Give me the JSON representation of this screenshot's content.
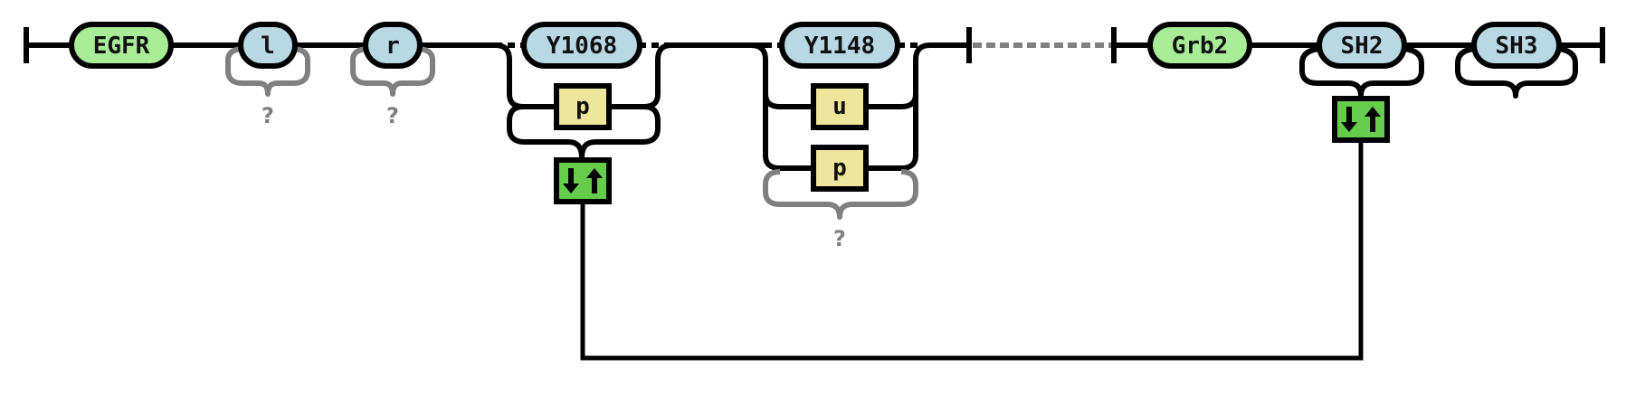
{
  "diagram": {
    "type": "contact map",
    "colors": {
      "agent": "#a8ec98",
      "site": "#b8d8e4",
      "state": "#eee69c",
      "binding": "#66cc4c",
      "unknown": "#808080",
      "line": "#000000"
    },
    "agents": [
      {
        "name": "EGFR",
        "sites": [
          {
            "name": "l",
            "bond": "?"
          },
          {
            "name": "r",
            "bond": "?"
          },
          {
            "name": "Y1068",
            "states": [
              "p"
            ],
            "bond_icon": "binding-arrows-icon"
          },
          {
            "name": "Y1148",
            "states": [
              "u",
              "p"
            ],
            "bond": "?"
          }
        ]
      },
      {
        "name": "Grb2",
        "sites": [
          {
            "name": "SH2",
            "bond_icon": "binding-arrows-icon"
          },
          {
            "name": "SH3"
          }
        ]
      }
    ],
    "bonds": [
      {
        "from": "EGFR.Y1068",
        "to": "Grb2.SH2"
      }
    ],
    "unknown_label": "?"
  }
}
